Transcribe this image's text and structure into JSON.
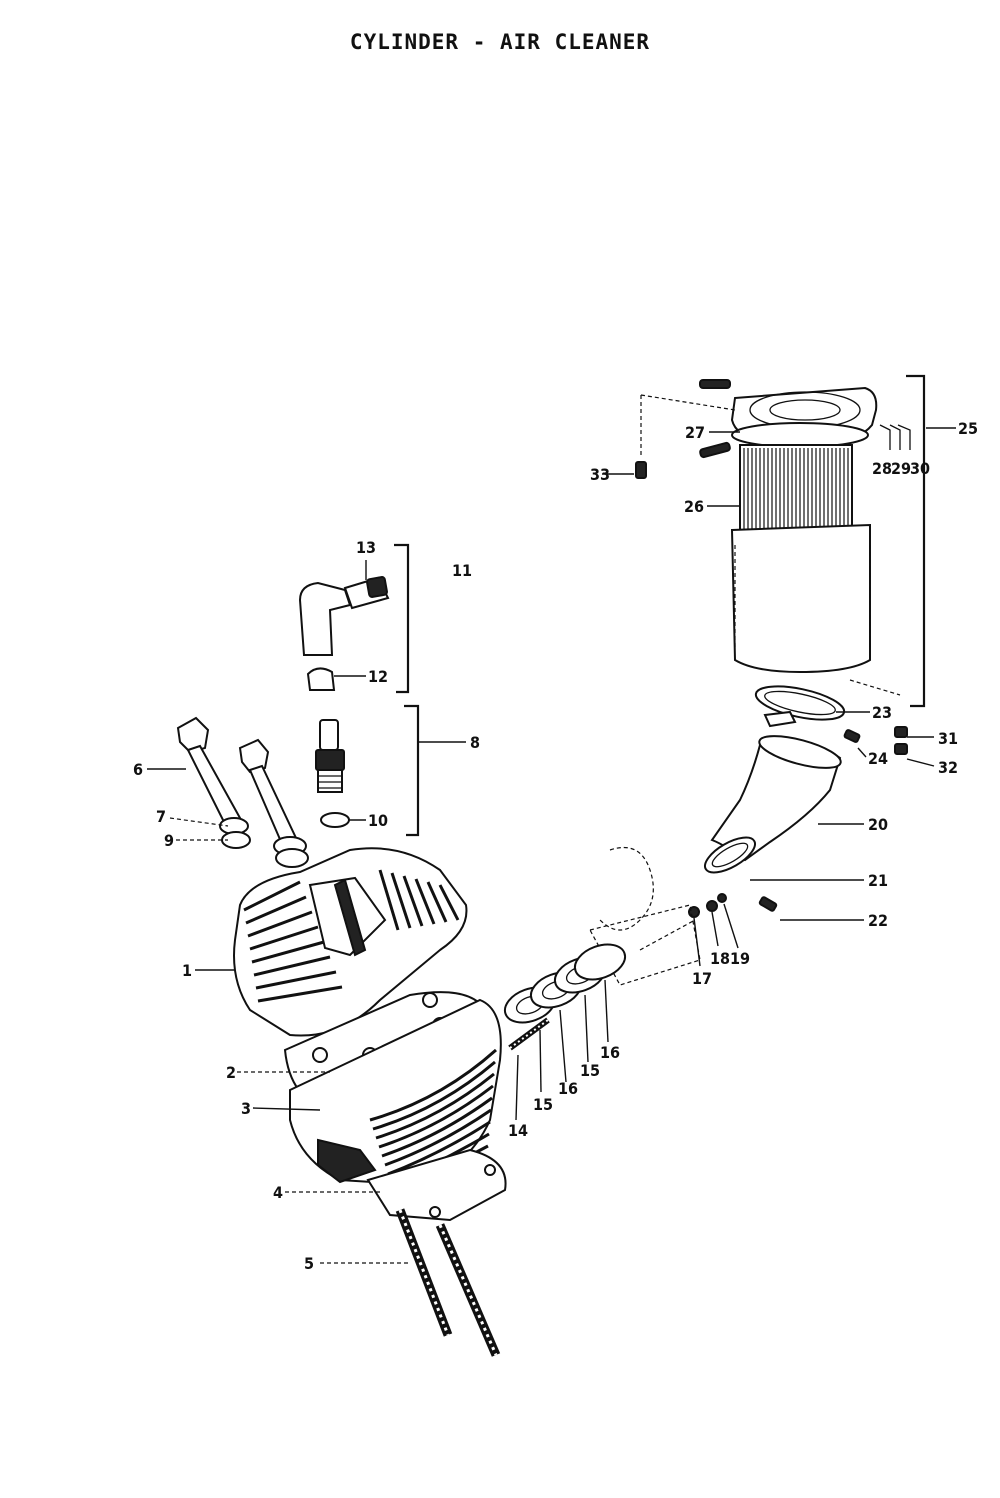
{
  "title": "CYLINDER - AIR CLEANER",
  "colors": {
    "ink": "#111111",
    "paper": "#ffffff"
  },
  "callouts": {
    "c1": "1",
    "c2": "2",
    "c3": "3",
    "c4": "4",
    "c5": "5",
    "c6": "6",
    "c7": "7",
    "c8": "8",
    "c9": "9",
    "c10": "10",
    "c11": "11",
    "c12": "12",
    "c13": "13",
    "c14": "14",
    "c15a": "15",
    "c15b": "15",
    "c16a": "16",
    "c16b": "16",
    "c17": "17",
    "c18": "18",
    "c19": "19",
    "c20": "20",
    "c21": "21",
    "c22": "22",
    "c23": "23",
    "c24": "24",
    "c25": "25",
    "c26": "26",
    "c27": "27",
    "c28": "28",
    "c29": "29",
    "c30": "30",
    "c31": "31",
    "c32": "32",
    "c33": "33"
  }
}
